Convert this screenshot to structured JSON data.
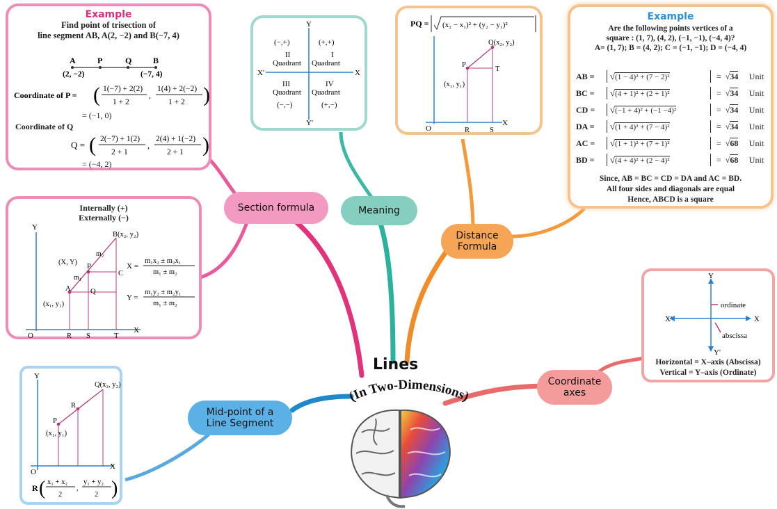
{
  "center": {
    "line1": "Lines",
    "line2": "(In Two-Dimensions)"
  },
  "nodes": {
    "section": "Section formula",
    "meaning": "Meaning",
    "distance_l1": "Distance",
    "distance_l2": "Formula",
    "midpoint_l1": "Mid-point of a",
    "midpoint_l2": "Line Segment",
    "coord_l1": "Coordinate",
    "coord_l2": "axes"
  },
  "section_example": {
    "title": "Example",
    "q1": "Find point of trisection of",
    "q2": "line segment AB, A(2, −2) and B(−7, 4)",
    "pts": [
      "A",
      "P",
      "Q",
      "B"
    ],
    "a_coord": "(2, −2)",
    "b_coord": "(−7, 4)",
    "coordP_label": "Coordinate of P =",
    "p_n1": "1(−7) + 2(2)",
    "p_d": "1 + 2",
    "p_n2": "1(4) + 2(−2)",
    "p_result": "= (−1, 0)",
    "coordQ_label": "Coordinate of Q",
    "q_lhs": "Q =",
    "q_n1": "2(−7) + 1(2)",
    "q_d": "2 + 1",
    "q_n2": "2(4) + 1(−2)",
    "q_result": "= (−4, 2)"
  },
  "section_diagram": {
    "int": "Internally (+)",
    "ext": "Externally (−)",
    "Y": "Y",
    "X": "X",
    "O": "O",
    "B": "B(x₂, y₂)",
    "XY": "(X, Y)",
    "P": "P",
    "C": "C",
    "A": "A",
    "Q": "Q",
    "A_coord": "(x₁, y₁)",
    "m1": "m₁",
    "m2": "m₂",
    "R": "R",
    "S": "S",
    "T": "T",
    "fx_lhs": "X =",
    "fx_num": "m₁x₂ ± m₂x₁",
    "fx_den": "m₁ ± m₂",
    "fy_lhs": "Y =",
    "fy_num": "m₁y₂ ± m₂y₁",
    "fy_den": "m₁ ± m₂"
  },
  "quadrants": {
    "Y": "Y",
    "Yp": "Y'",
    "X": "X",
    "Xp": "X'",
    "q2_sign": "(−,+)",
    "q1_sign": "(+,+)",
    "q2": "II",
    "q1": "I",
    "q3": "III",
    "q4": "IV",
    "quadrant": "Quadrant",
    "q3_sign": "(−,−)",
    "q4_sign": "(+,−)"
  },
  "distance": {
    "pq": "PQ =",
    "formula": "(x₂ − x₁)² + (y₂ − y₁)²",
    "Q": "Q(x₂, y₂)",
    "P": "P",
    "T": "T",
    "P_coord": "(x₁, y₁)",
    "O": "O",
    "R": "R",
    "S": "S",
    "X": "X"
  },
  "square_example": {
    "title": "Example",
    "q1": "Are the following points vertices of a",
    "q2": "square : (1, 7), (4, 2), (−1, −1), (−4, 4)?",
    "q3": "A= (1, 7); B = (4, 2); C = (−1, −1); D = (−4, 4)",
    "rows": [
      {
        "lhs": "AB =",
        "rad": "(1 − 4)² + (7 − 2)²",
        "val": "34",
        "unit": "Unit"
      },
      {
        "lhs": "BC =",
        "rad": "(4 + 1)² + (2 + 1)²",
        "val": "34",
        "unit": "Unit"
      },
      {
        "lhs": "CD =",
        "rad": "(−1 + 4)² + (−1 −4)²",
        "val": "34",
        "unit": "Unit"
      },
      {
        "lhs": "DA =",
        "rad": "(1 + 4)² + (7 − 4)²",
        "val": "34",
        "unit": "Unit"
      },
      {
        "lhs": "AC =",
        "rad": "(1 + 1)² + (7 + 1)²",
        "val": "68",
        "unit": "Unit"
      },
      {
        "lhs": "BD =",
        "rad": "(4 + 4)² + (2 − 4)²",
        "val": "68",
        "unit": "Unit"
      }
    ],
    "c1": "Since, AB = BC = CD = DA and AC = BD.",
    "c2": "All four sides and diagonals are equal",
    "c3": "Hence, ABCD is a square"
  },
  "coord_axes": {
    "Y": "Y",
    "Yp": "Y'",
    "X": "X",
    "Xp": "X'",
    "ordinate": "ordinate",
    "abscissa": "abscissa",
    "h": "Horizontal = X–axis (Abscissa)",
    "v": "Vertical = Y–axis (Ordinate)"
  },
  "midpoint": {
    "Y": "Y",
    "Q": "Q(x₂, y₂)",
    "R": "R",
    "P": "P",
    "P_coord": "(x₁, y₁)",
    "O": "O",
    "X": "X",
    "r_lhs": "R",
    "n1": "x₁ + x₂",
    "d1": "2",
    "n2": "y₁ + y₂",
    "d2": "2"
  }
}
